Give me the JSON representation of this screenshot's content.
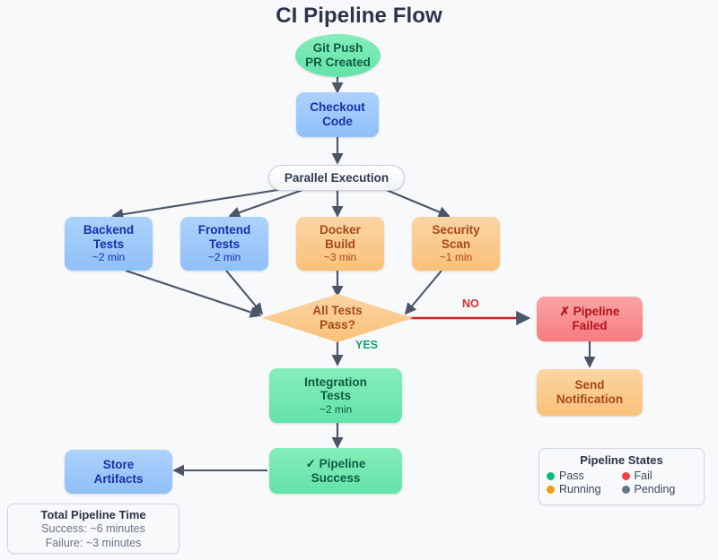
{
  "title": "CI Pipeline Flow",
  "colors": {
    "background": "#f8f9fb",
    "title": "#2b3448",
    "edge": "#4a5568",
    "edge_fail": "#cc2222",
    "pass": "#10b981",
    "fail": "#ef4444",
    "running": "#f59e0b",
    "pending": "#64748b",
    "green_node": "#6fe7b0",
    "blue_node": "#9ac8f9",
    "orange_node": "#f9c178",
    "red_node": "#f7878c"
  },
  "nodes": {
    "start": {
      "line1": "Git Push",
      "line2": "PR Created"
    },
    "checkout": {
      "line1": "Checkout",
      "line2": "Code"
    },
    "parallel": {
      "label": "Parallel Execution"
    },
    "backend": {
      "line1": "Backend",
      "line2": "Tests",
      "duration": "~2 min"
    },
    "frontend": {
      "line1": "Frontend",
      "line2": "Tests",
      "duration": "~2 min"
    },
    "docker": {
      "line1": "Docker",
      "line2": "Build",
      "duration": "~3 min"
    },
    "security": {
      "line1": "Security",
      "line2": "Scan",
      "duration": "~1 min"
    },
    "decision": {
      "line1": "All Tests",
      "line2": "Pass?"
    },
    "integration": {
      "line1": "Integration",
      "line2": "Tests",
      "duration": "~2 min"
    },
    "success": {
      "line1": "✓ Pipeline",
      "line2": "Success"
    },
    "artifacts": {
      "line1": "Store",
      "line2": "Artifacts"
    },
    "failed": {
      "line1": "✗ Pipeline",
      "line2": "Failed"
    },
    "notify": {
      "line1": "Send",
      "line2": "Notification"
    }
  },
  "edge_labels": {
    "yes": "YES",
    "no": "NO"
  },
  "legend": {
    "title": "Pipeline States",
    "items": [
      {
        "label": "Pass",
        "color": "#10b981"
      },
      {
        "label": "Fail",
        "color": "#ef4444"
      },
      {
        "label": "Running",
        "color": "#f59e0b"
      },
      {
        "label": "Pending",
        "color": "#64748b"
      }
    ]
  },
  "time_panel": {
    "title": "Total Pipeline Time",
    "success_line": "Success: ~6 minutes",
    "failure_line": "Failure: ~3 minutes"
  }
}
